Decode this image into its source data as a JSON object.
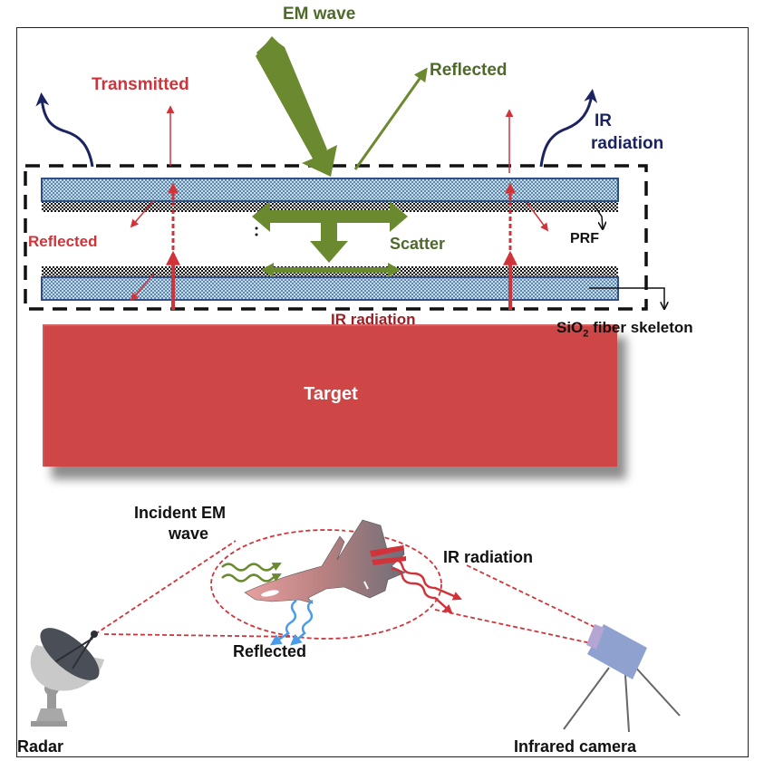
{
  "diagram": {
    "type": "schematic",
    "top_panel": {
      "em_wave": "EM wave",
      "reflected_green": "Reflected",
      "transmitted": "Transmitted",
      "ir_radiation_top": "IR",
      "ir_radiation_top_2": "radiation",
      "reflected_red": "Reflected",
      "scatter": "Scatter",
      "prf": "PRF",
      "ir_radiation_bottom": "IR radiation",
      "sio2_prefix": "SiO",
      "sio2_sub": "2",
      "sio2_suffix": " fiber skeleton",
      "target": "Target"
    },
    "bottom_panel": {
      "incident_line1": "Incident EM",
      "incident_line2": "wave",
      "ir_radiation": "IR radiation",
      "reflected": "Reflected",
      "radar": "Radar",
      "infrared_camera": "Infrared camera"
    },
    "colors": {
      "green": "#6b8a2f",
      "red": "#d0343a",
      "navy": "#1b2360",
      "target": "#cf4646",
      "layer_blue": "#4a7aa0",
      "camera": "#8fa2cf",
      "blue_wave": "#4a9be8"
    }
  }
}
